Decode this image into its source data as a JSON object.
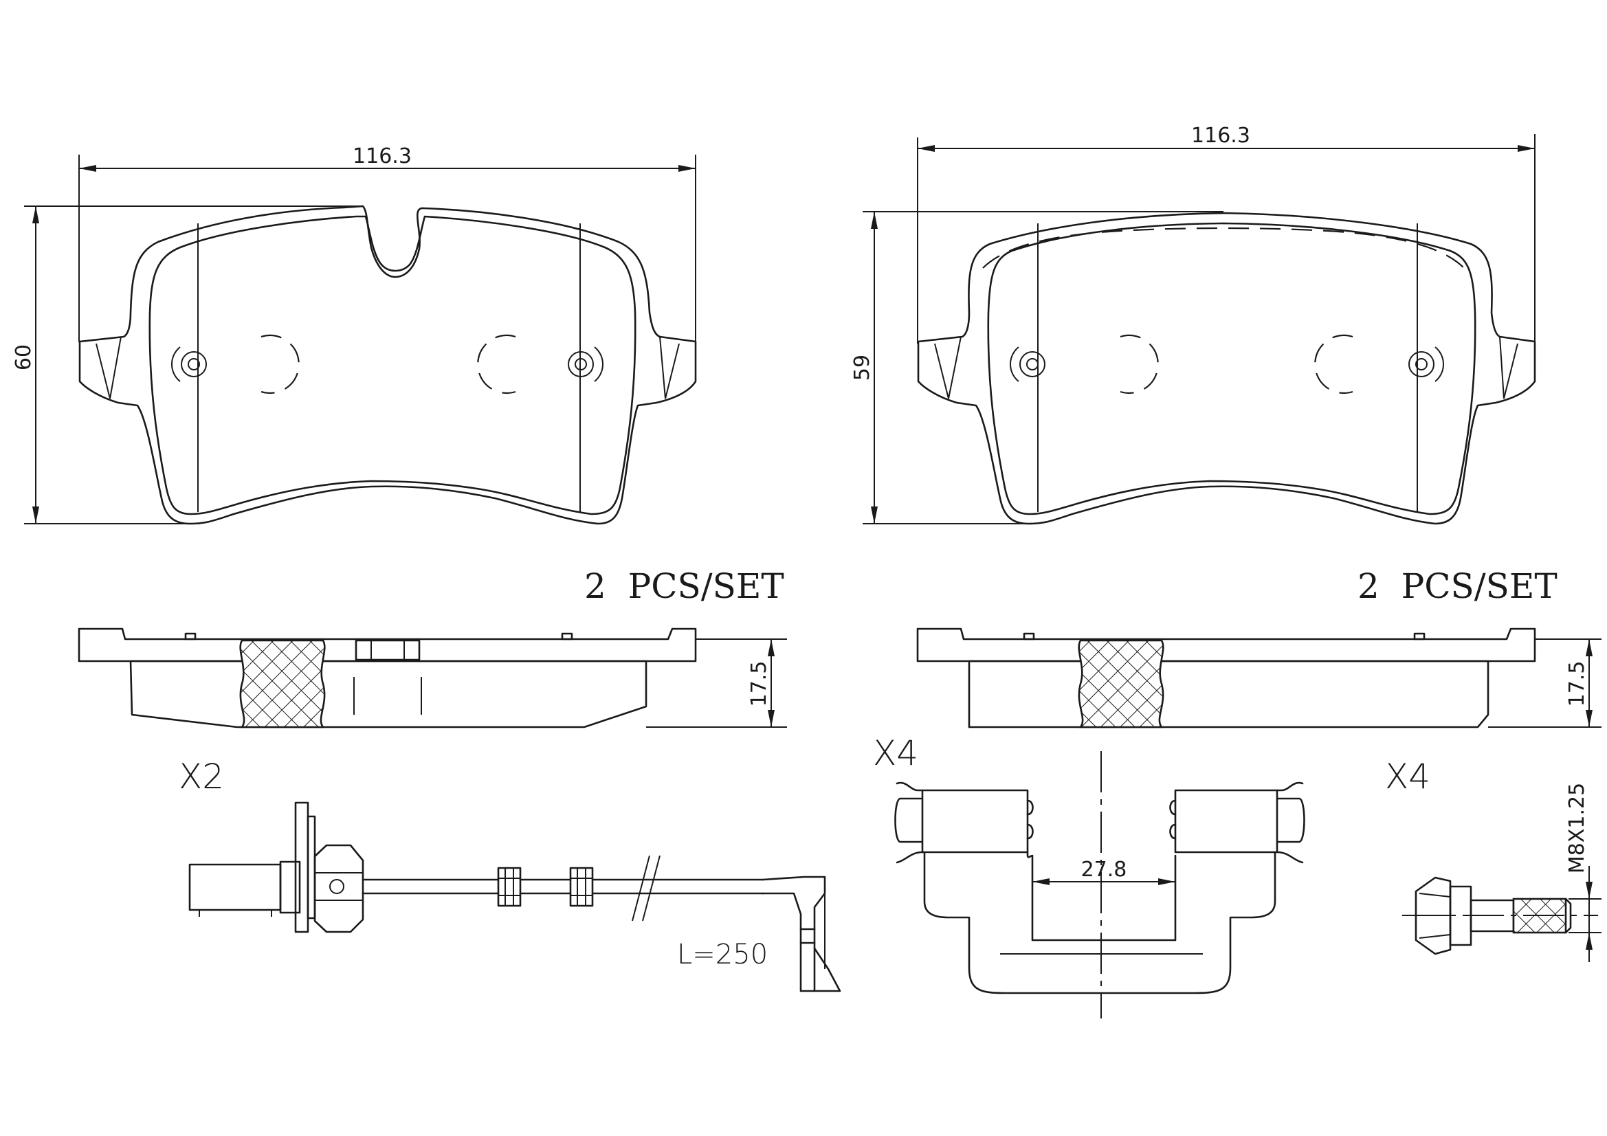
{
  "dimensions": {
    "left_pad_width": "116.3",
    "left_pad_height": "60",
    "right_pad_width": "116.3",
    "right_pad_height": "59",
    "left_pad_thickness": "17.5",
    "right_pad_thickness": "17.5",
    "clip_width": "27.8",
    "bolt_thread": "M8X1.25",
    "sensor_length": "L=250"
  },
  "labels": {
    "left_set": "2  PCS/SET",
    "right_set": "2  PCS/SET"
  },
  "quantities": {
    "sensor": "X2",
    "clip": "X4",
    "bolt": "X4"
  }
}
